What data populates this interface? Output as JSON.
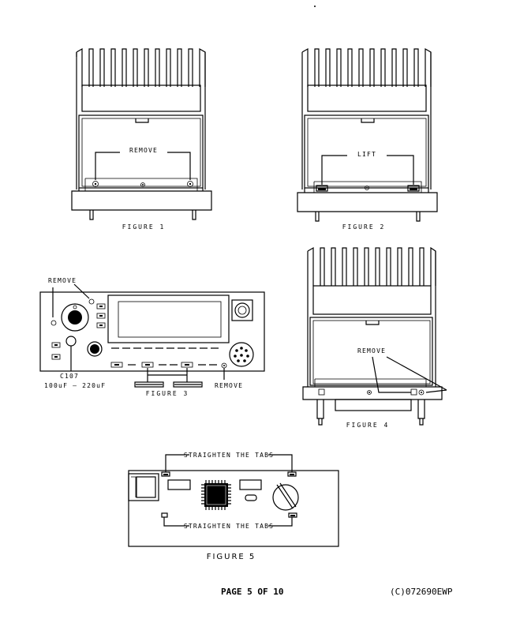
{
  "figure1": {
    "callout": "REMOVE",
    "caption": "FIGURE 1"
  },
  "figure2": {
    "callout": "LIFT",
    "caption": "FIGURE 2"
  },
  "figure3": {
    "callout_top": "REMOVE",
    "component": "C107",
    "value_range": "100uF — 220uF",
    "callout_right": "REMOVE",
    "caption": "FIGURE 3"
  },
  "figure4": {
    "callout": "REMOVE",
    "caption": "FIGURE 4"
  },
  "figure5": {
    "callout_top": "STRAIGHTEN THE TABS",
    "callout_bottom": "STRAIGHTEN THE TABS",
    "caption": "FIGURE 5"
  },
  "footer": {
    "page": "PAGE 5 OF 10",
    "copyright": "(C)072690EWP"
  }
}
